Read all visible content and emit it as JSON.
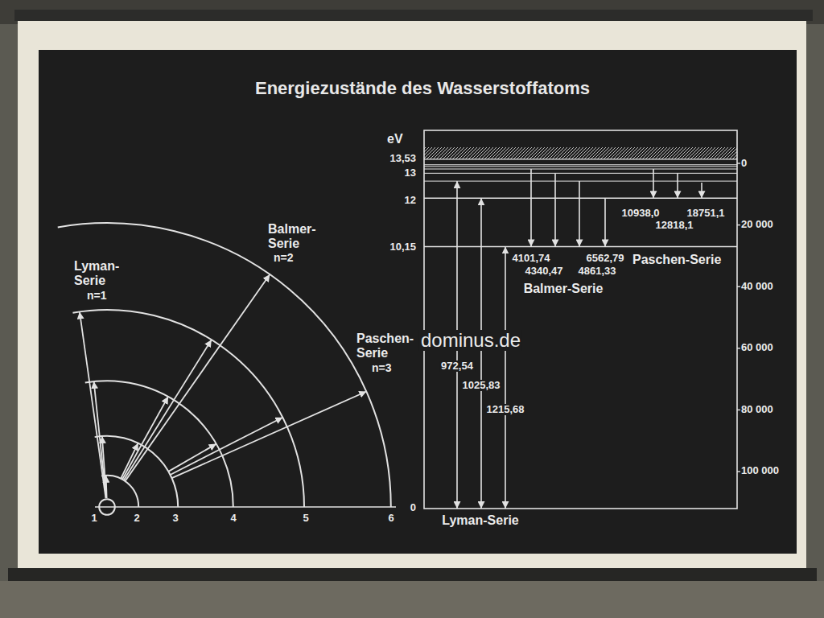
{
  "diagram": {
    "title": "Energiezustände des Wasserstoffatoms",
    "labels": [
      "Lyman- Serie",
      "n=1",
      "Balmer- Serie",
      "n=2",
      "Paschen- Serie",
      "n=3",
      "1",
      "2",
      "3",
      "4",
      "5",
      "6",
      "eV",
      "13,53",
      "13",
      "12",
      "10,15",
      "0",
      "0",
      "20 000",
      "40 000",
      "60 000",
      "80 000",
      "100 000",
      "10938,0",
      "18751,1",
      "12818,1",
      "4101,74",
      "6562,79",
      "4340,47",
      "4861,33",
      "Balmer-Serie",
      "Paschen-Serie",
      "972,54",
      "1025,83",
      "1215,68",
      "Lyman-Serie",
      "dominus.de"
    ]
  }
}
